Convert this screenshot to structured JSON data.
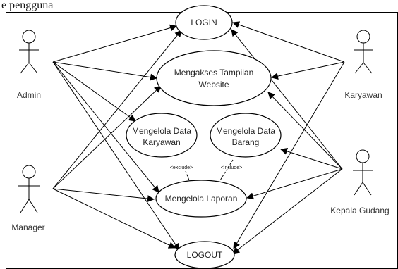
{
  "page_text_fragment": "e pengguna",
  "use_cases": {
    "login": "LOGIN",
    "akses_line1": "Mengakses Tampilan",
    "akses_line2": "Website",
    "kelola_karyawan_line1": "Mengelola Data",
    "kelola_karyawan_line2": "Karyawan",
    "kelola_barang_line1": "Mengelola Data",
    "kelola_barang_line2": "Barang",
    "laporan": "Mengelola Laporan",
    "logout": "LOGOUT"
  },
  "actors": {
    "admin": "Admin",
    "manager": "Manager",
    "karyawan": "Karyawan",
    "kepala_gudang": "Kepala Gudang"
  },
  "relations": {
    "exclude": "<exclude>",
    "include": "<include>"
  },
  "colors": {
    "stroke": "#000000",
    "background": "#ffffff"
  }
}
